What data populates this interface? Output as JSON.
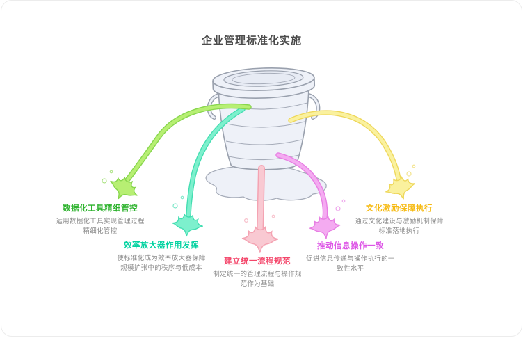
{
  "title": "企业管理标准化实施",
  "illustration": {
    "name": "leaking-bucket-with-five-splash-streams",
    "bucket_fill": "#eef1f8",
    "bucket_inner_fill": "#e7ebf4",
    "bucket_stroke": "#99a0ad",
    "puddle_stroke": "#a6acb9",
    "heading_text_color": "#4b4b4b",
    "desc_text_color": "#8b8b8b"
  },
  "items": [
    {
      "title": "数据化工具精细管控",
      "desc_lines": [
        "运用数据化工具实现管理过程",
        "精细化管控"
      ],
      "title_color": "#2fb32f",
      "stream_fill": "#b7ef73",
      "stream_edge": "#88d64d"
    },
    {
      "title": "效率放大器作用发挥",
      "desc_lines": [
        "使标准化成为效率放大器保障",
        "规模扩张中的秩序与低成本"
      ],
      "title_color": "#06d3a2",
      "stream_fill": "#7df0cd",
      "stream_edge": "#43ddb1"
    },
    {
      "title": "建立统一流程规范",
      "desc_lines": [
        "制定统一的管理流程与操作规",
        "范作为基础"
      ],
      "title_color": "#f4476b",
      "stream_fill": "#f9c9d2",
      "stream_edge": "#f4a3b2"
    },
    {
      "title": "推动信息操作一致",
      "desc_lines": [
        "促进信息传递与操作执行的一",
        "致性水平"
      ],
      "title_color": "#dd55e6",
      "stream_fill": "#f4abf1",
      "stream_edge": "#e77ee3"
    },
    {
      "title": "文化激励保障执行",
      "desc_lines": [
        "通过文化建设与激励机制保障",
        "标准落地执行"
      ],
      "title_color": "#f6ba12",
      "stream_fill": "#faf19e",
      "stream_edge": "#eed75a"
    }
  ]
}
